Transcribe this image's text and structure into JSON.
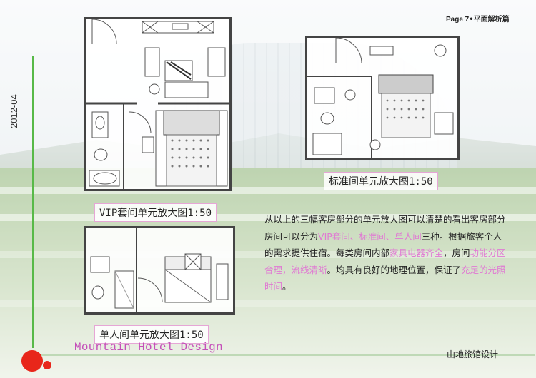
{
  "header": {
    "page_label": "Page 7",
    "page_subtitle": "•平面解析篇"
  },
  "side": {
    "date": "2012-04"
  },
  "plans": {
    "vip_caption": "VIP套间单元放大图1:50",
    "standard_caption": "标准间单元放大图1:50",
    "single_caption": "单人间单元放大图1:50"
  },
  "description": {
    "p1": "从以上的三幅客房部分的单元放大图可以清楚的看出客房部分房间可以分为",
    "h1": "VIP套间、标准间、单人间",
    "p2": "三种。根据旅客个人的需求提供住宿。每类房间内部",
    "h2": "家具电器齐全",
    "p3": "，房间",
    "h3": "功能分区合理，流线清晰",
    "p4": "。均具有良好的地理位置，保证了",
    "h4": "充足的光照时间",
    "p5": "。"
  },
  "brand": {
    "english_title": "Mountain Hotel Design",
    "chinese_title": "山地旅馆设计"
  },
  "colors": {
    "accent_green": "#58b948",
    "accent_red": "#e8261a",
    "highlight_pink": "#e07ad3"
  }
}
